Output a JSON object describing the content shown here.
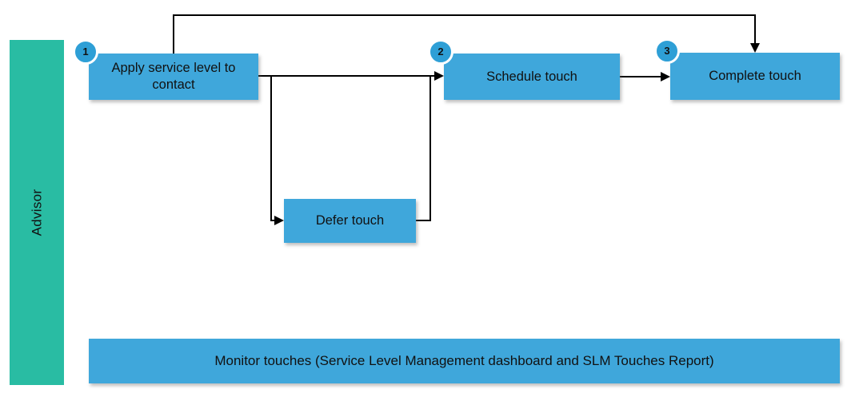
{
  "diagram": {
    "lane": {
      "label": "Advisor"
    },
    "steps": [
      {
        "number": "1",
        "label": "Apply service level to contact"
      },
      {
        "number": "2",
        "label": "Schedule touch"
      },
      {
        "number": "3",
        "label": "Complete touch"
      }
    ],
    "defer": {
      "label": "Defer touch"
    },
    "monitor": {
      "label": "Monitor touches (Service Level Management dashboard and SLM Touches Report)"
    },
    "colors": {
      "lane": "#29BCA3",
      "box": "#3FA7DB",
      "badge": "#2E9FD6",
      "connector": "#000000",
      "text": "#111111"
    }
  }
}
